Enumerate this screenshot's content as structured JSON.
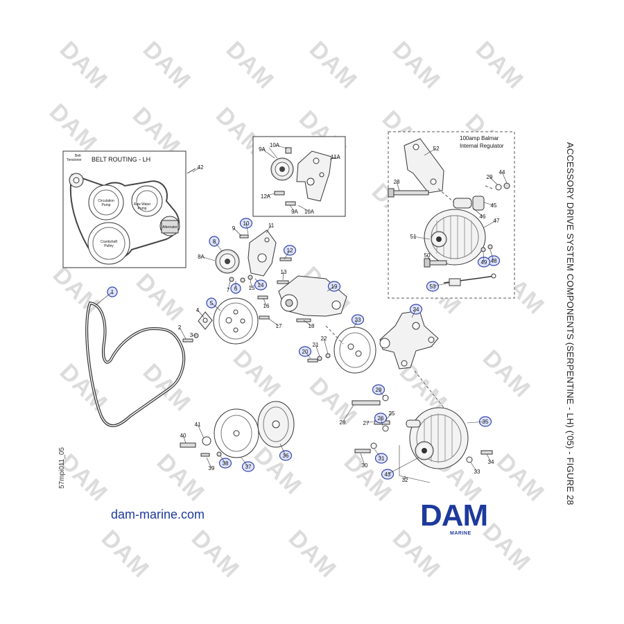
{
  "title": "ACCESSORY DRIVE SYSTEM COMPONENTS (SERPENTINE - LH) ('05) - FIGURE 28",
  "drawing_code": "57mpi011_05",
  "website": "dam-marine.com",
  "brand": {
    "name": "DAM",
    "sub": "MARINE",
    "color": "#1d3a9c"
  },
  "watermark_text": "DAM",
  "colors": {
    "callout_circle": "#3344aa",
    "callout_fill": "#dde3ff",
    "line": "#333333"
  },
  "belt_routing": {
    "title": "BELT ROUTING - LH",
    "belt_tensioner": "Belt\nTensioner",
    "circulation_pump": "Circulation\nPump",
    "raw_water_pump": "Raw Water\nPump",
    "alternator": "Alternator",
    "crankshaft_pulley": "Crankshaft\nPulley"
  },
  "alternator_note": {
    "line1": "100amp Balmar",
    "line2": "Internal Regulator"
  },
  "labels": {
    "l1": "1",
    "l2": "2",
    "l3": "3",
    "l4": "4",
    "l5": "5",
    "l6": "6",
    "l7": "7",
    "l8": "8",
    "l8A": "8A",
    "l9": "9",
    "l9A": "9A",
    "l9A_2": "9A",
    "l10": "10",
    "l10A": "10A",
    "l10A_2": "10A",
    "l11": "11",
    "l11A": "11A",
    "l12": "12",
    "l12A": "12A",
    "l13": "13",
    "l14": "14",
    "l15": "15",
    "l16": "16",
    "l17": "17",
    "l18": "18",
    "l19": "19",
    "l20": "20",
    "l21": "21",
    "l22": "22",
    "l23": "23",
    "l24": "24",
    "l25": "25",
    "l26": "26",
    "l27": "27",
    "l28": "28",
    "l28b": "28",
    "l29": "29",
    "l29b": "29",
    "l30": "30",
    "l31": "31",
    "l32": "32",
    "l33": "33",
    "l34": "34",
    "l35": "35",
    "l36": "36",
    "l37": "37",
    "l38": "38",
    "l39": "39",
    "l40": "40",
    "l41": "41",
    "l42": "42",
    "l43": "43",
    "l44": "44",
    "l45": "45",
    "l46": "46",
    "l47": "47",
    "l48": "48",
    "l49": "49",
    "l50": "50",
    "l51": "51",
    "l52": "52",
    "l53": "53"
  }
}
